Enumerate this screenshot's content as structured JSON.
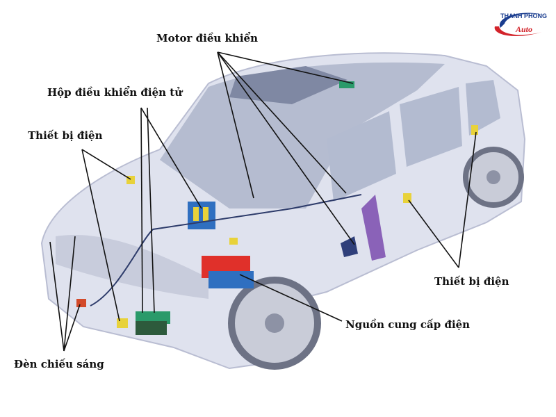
{
  "logo": {
    "brand": "THANH PHONG",
    "sub": "Auto"
  },
  "labels": {
    "motor": "Motor điều khiển",
    "ecu": "Hộp điều khiển điện tử",
    "device_left": "Thiết bị điện",
    "device_right": "Thiết bị điện",
    "lights": "Đèn chiếu sáng",
    "power": "Nguồn cung cấp điện"
  },
  "colors": {
    "body": "#dfe2ee",
    "shadow": "#b9bdd2",
    "glass": "#aab3c8",
    "battery_red": "#e0302a",
    "battery_blue": "#2f6fc0",
    "module_green": "#2a9a6a",
    "yellow": "#e8d23a"
  }
}
